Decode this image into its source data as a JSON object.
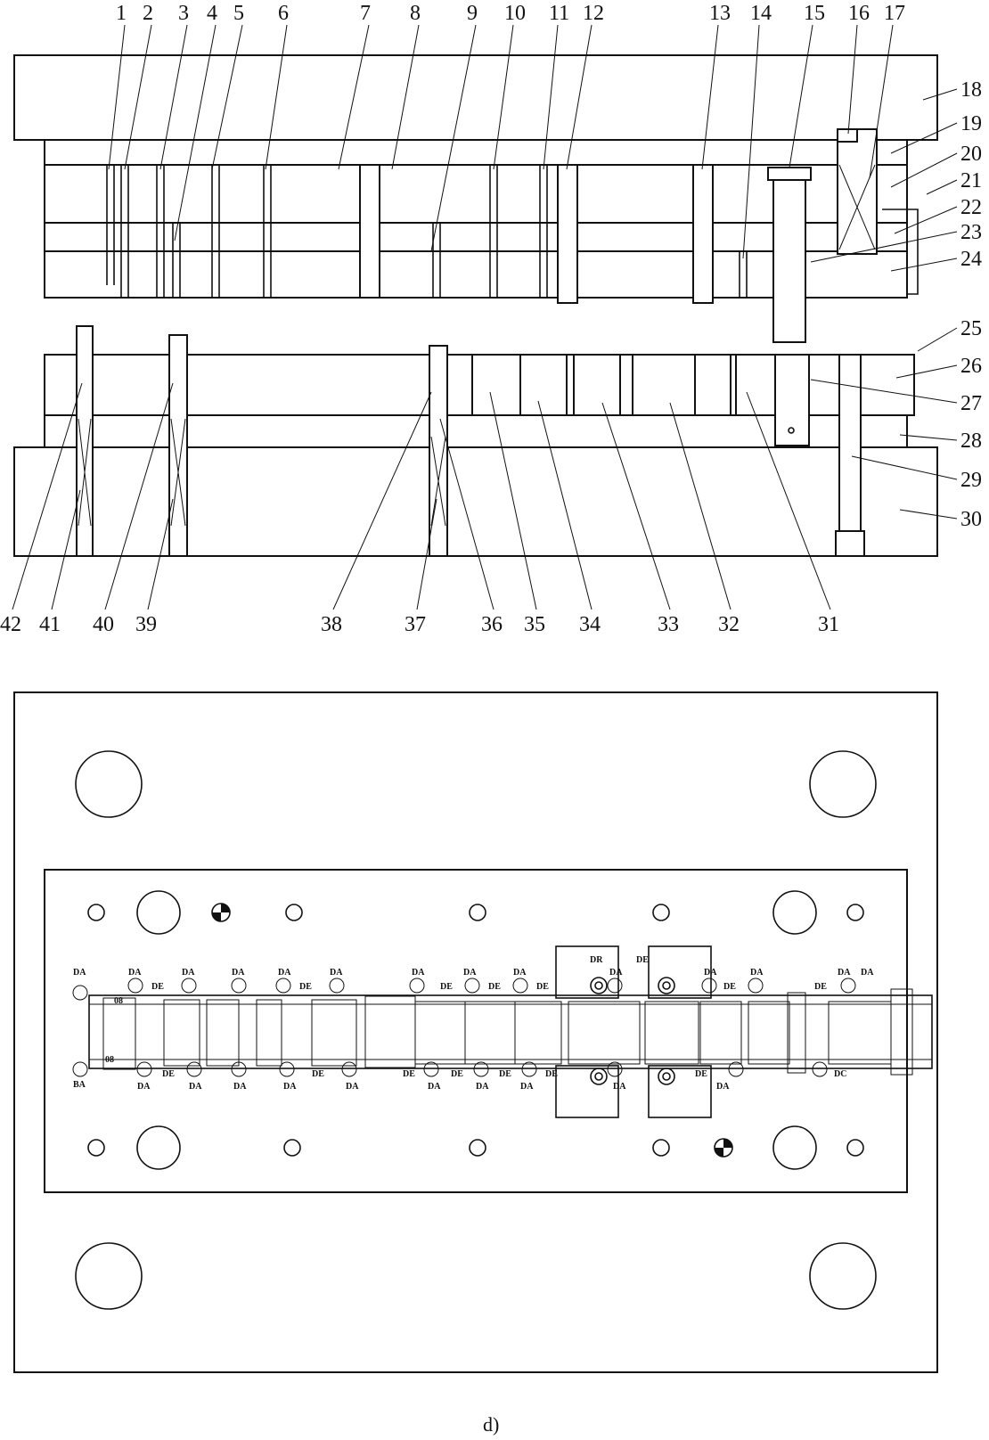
{
  "caption": "d)",
  "top_callouts": [
    "1",
    "2",
    "3",
    "4",
    "5",
    "6",
    "7",
    "8",
    "9",
    "10",
    "11",
    "12",
    "13",
    "14",
    "15",
    "16",
    "17"
  ],
  "right_callouts": [
    "18",
    "19",
    "20",
    "21",
    "22",
    "23",
    "24",
    "25",
    "26",
    "27",
    "28",
    "29",
    "30"
  ],
  "bottom_callouts": [
    "42",
    "41",
    "40",
    "39",
    "38",
    "37",
    "36",
    "35",
    "34",
    "33",
    "32",
    "31"
  ],
  "station_tags_top": [
    "DA",
    "DA",
    "DE",
    "DA",
    "DA",
    "DA",
    "DE",
    "DA",
    "DA",
    "DA",
    "DE",
    "DE",
    "DA",
    "DE",
    "DA",
    "DR",
    "DE",
    "DA",
    "DA",
    "DE",
    "DA",
    "DE",
    "DA"
  ],
  "station_tags_bottom": [
    "BA",
    "DA",
    "DE",
    "DA",
    "DA",
    "DA",
    "DE",
    "DA",
    "DE",
    "DA",
    "DE",
    "DA",
    "DE",
    "DA",
    "DE",
    "DA",
    "DE",
    "DA",
    "DC"
  ],
  "strip_codes": [
    "08",
    "08"
  ]
}
